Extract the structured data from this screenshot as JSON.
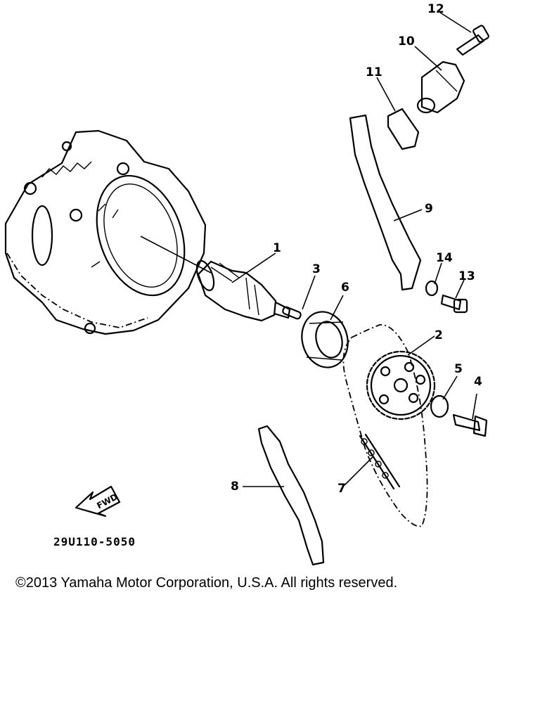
{
  "callouts": {
    "c1": "1",
    "c2": "2",
    "c3": "3",
    "c4": "4",
    "c5": "5",
    "c6": "6",
    "c7": "7",
    "c8": "8",
    "c9": "9",
    "c10": "10",
    "c11": "11",
    "c12": "12",
    "c13": "13",
    "c14": "14"
  },
  "fwd_label": "FWD",
  "drawing_code": "29U110-5050",
  "copyright": "©2013 Yamaha Motor Corporation, U.S.A. All rights reserved."
}
